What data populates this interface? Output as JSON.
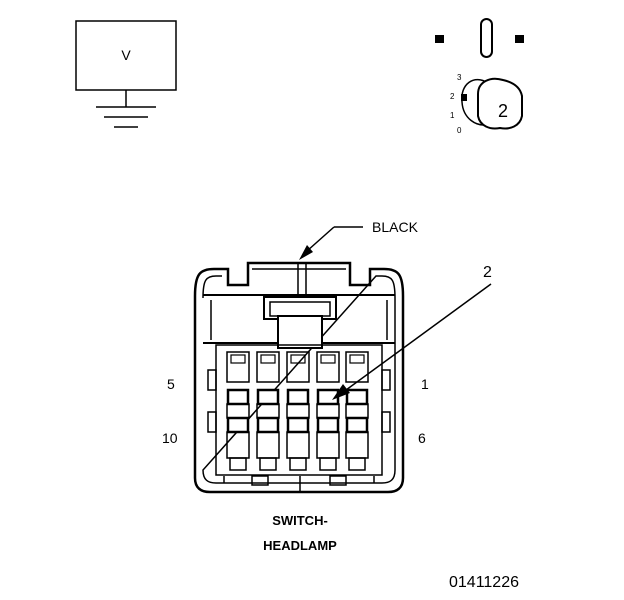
{
  "meter": {
    "symbol": "V"
  },
  "switch_positions": {
    "labels": [
      "3",
      "2",
      "1",
      "0"
    ],
    "selected": "2"
  },
  "connector": {
    "color_label": "BLACK",
    "callout": "2",
    "pin_labels": {
      "top_left": "5",
      "top_right": "1",
      "bottom_left": "10",
      "bottom_right": "6"
    },
    "caption_line1": "SWITCH-",
    "caption_line2": "HEADLAMP"
  },
  "figure_id": "01411226"
}
